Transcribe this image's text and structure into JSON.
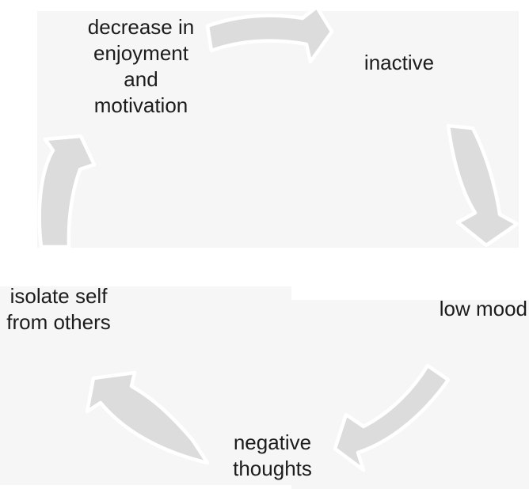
{
  "colors": {
    "background": "#ffffff",
    "panel_fill": "#f6f6f6",
    "arrow_fill": "#dcdcdc",
    "arrow_outline": "#ffffff",
    "text": "#1c1c1c"
  },
  "cycle": {
    "nodes": [
      {
        "id": "decrease-motivation",
        "label": "decrease in\nenjoyment\nand\nmotivation"
      },
      {
        "id": "inactive",
        "label": "inactive"
      },
      {
        "id": "low-mood",
        "label": "low mood"
      },
      {
        "id": "negative-thoughts",
        "label": "negative\nthoughts"
      },
      {
        "id": "isolate-self",
        "label": "isolate self\nfrom others"
      }
    ],
    "arrows": [
      {
        "from": "decrease-motivation",
        "to": "inactive"
      },
      {
        "from": "inactive",
        "to": "low-mood"
      },
      {
        "from": "low-mood",
        "to": "negative-thoughts"
      },
      {
        "from": "negative-thoughts",
        "to": "isolate-self"
      },
      {
        "from": "isolate-self",
        "to": "decrease-motivation"
      }
    ]
  }
}
